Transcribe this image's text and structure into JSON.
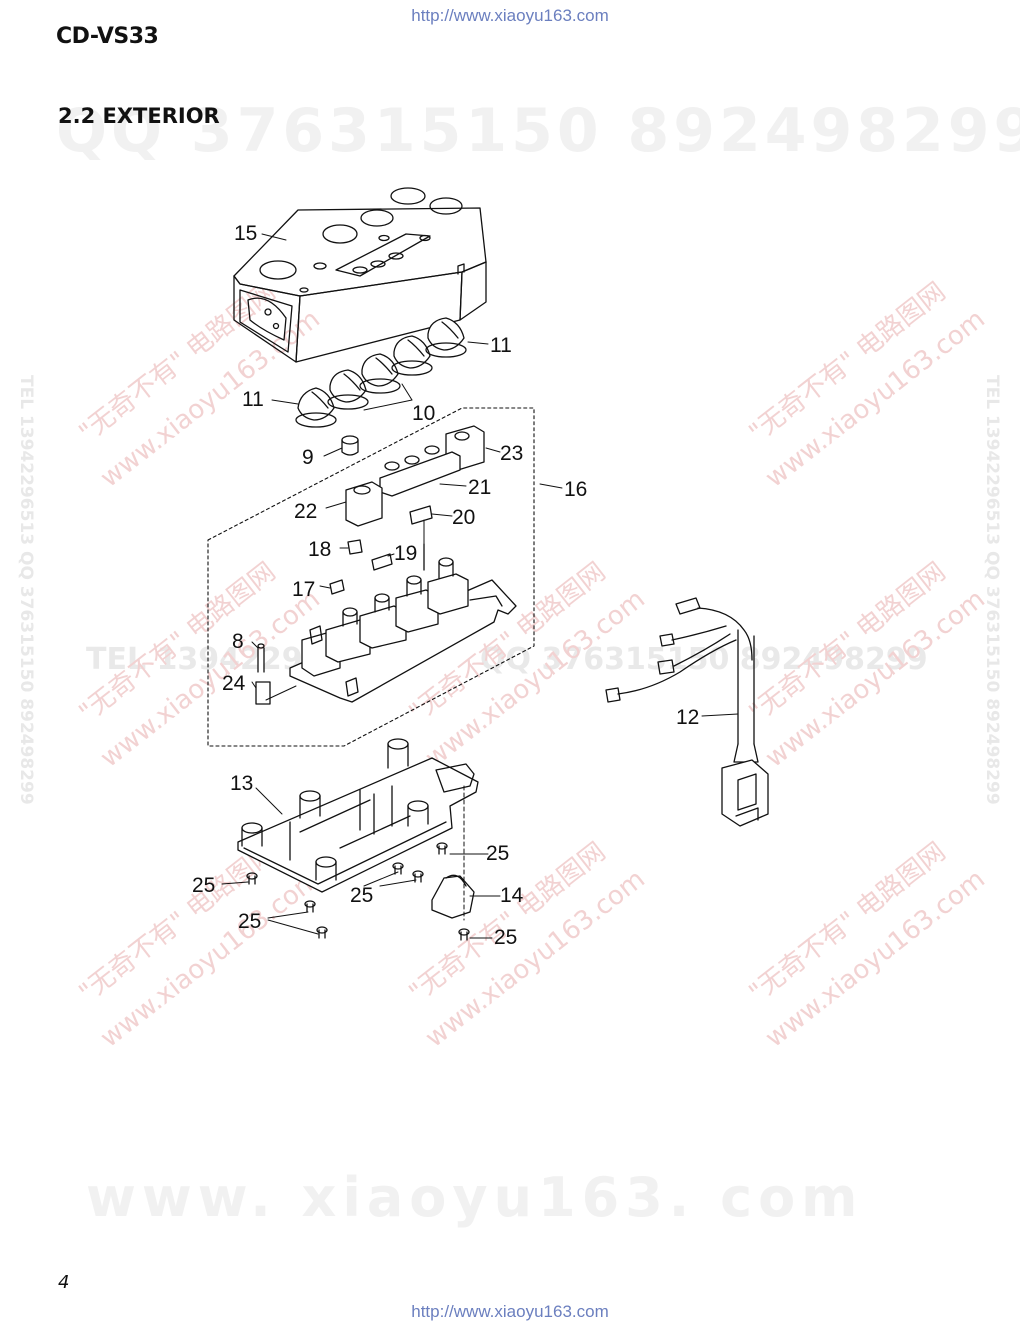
{
  "header": {
    "url": "http://www.xiaoyu163.com",
    "model": "CD-VS33",
    "section_title": "2.2 EXTERIOR"
  },
  "footer": {
    "url": "http://www.xiaoyu163.com",
    "page_number": "4"
  },
  "watermarks": {
    "qq": "QQ 376315150   892498299",
    "www": "www. xiaoyu163. com",
    "tel": "TEL 13942296513",
    "mid": "QQ 376315150 892498299",
    "side": "TEL 13942296513  QQ 376315150  892498299",
    "diagonal_text": "\"无奇不有\" 电路图网",
    "diagonal_site": "www.xiaoyu163.com"
  },
  "parts": {
    "p15": "15",
    "p11a": "11",
    "p11b": "11",
    "p10": "10",
    "p9": "9",
    "p23": "23",
    "p21": "21",
    "p16": "16",
    "p22": "22",
    "p20": "20",
    "p18": "18",
    "p19": "19",
    "p17": "17",
    "p8": "8",
    "p24": "24",
    "p12": "12",
    "p13": "13",
    "p25a": "25",
    "p25b": "25",
    "p25c": "25",
    "p25d": "25",
    "p25e": "25",
    "p14": "14"
  }
}
